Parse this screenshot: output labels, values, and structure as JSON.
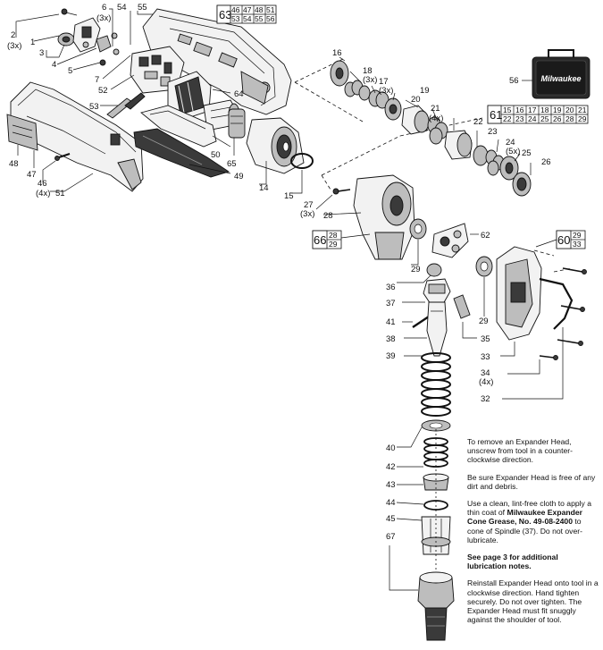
{
  "callouts": [
    "1",
    "2",
    "(3x)",
    "3",
    "4",
    "5",
    "6",
    "(3x)",
    "7",
    "54",
    "55",
    "52",
    "53",
    "64",
    "50",
    "65",
    "49",
    "14",
    "15",
    "48",
    "47",
    "46",
    "(4x)",
    "51",
    "16",
    "18",
    "(3x)",
    "17",
    "(3x)",
    "19",
    "20",
    "21",
    "(4x)",
    "22",
    "23",
    "24",
    "(5x)",
    "25",
    "26",
    "56",
    "27",
    "(3x)",
    "28",
    "62",
    "29",
    "36",
    "29",
    "37",
    "35",
    "41",
    "38",
    "39",
    "33",
    "34",
    "(4x)",
    "32",
    "40",
    "42",
    "43",
    "44",
    "45",
    "67"
  ],
  "kits": [
    {
      "id": "63",
      "rows": [
        [
          "46",
          "47",
          "48",
          "51"
        ],
        [
          "53",
          "54",
          "55",
          "56"
        ]
      ]
    },
    {
      "id": "61",
      "rows": [
        [
          "15",
          "16",
          "17",
          "18",
          "19",
          "20",
          "21"
        ],
        [
          "22",
          "23",
          "24",
          "25",
          "26",
          "28",
          "29"
        ]
      ]
    },
    {
      "id": "66",
      "rows": [
        [
          "28"
        ],
        [
          "29"
        ]
      ]
    },
    {
      "id": "60",
      "rows": [
        [
          "29"
        ],
        [
          "33"
        ]
      ]
    }
  ],
  "case_brand": "Milwaukee",
  "instructions": {
    "p1": "To remove an Expander Head, unscrew from tool in a counter-clockwise direction.",
    "p2": "Be sure Expander Head is free of any dirt and debris.",
    "p3_pre": "Use a clean, lint-free cloth to apply a thin coat of ",
    "p3_bold": "Milwaukee Expander Cone Grease, No. 49-08-2400",
    "p3_post": " to cone of Spindle (37). Do not over-lubricate.",
    "p4": "See page 3 for additional lubrication notes.",
    "p5": "Reinstall Expander Head onto tool in a clockwise direction. Hand tighten securely. Do not over tighten. The Expander Head must fit snuggly against the shoulder of tool."
  }
}
